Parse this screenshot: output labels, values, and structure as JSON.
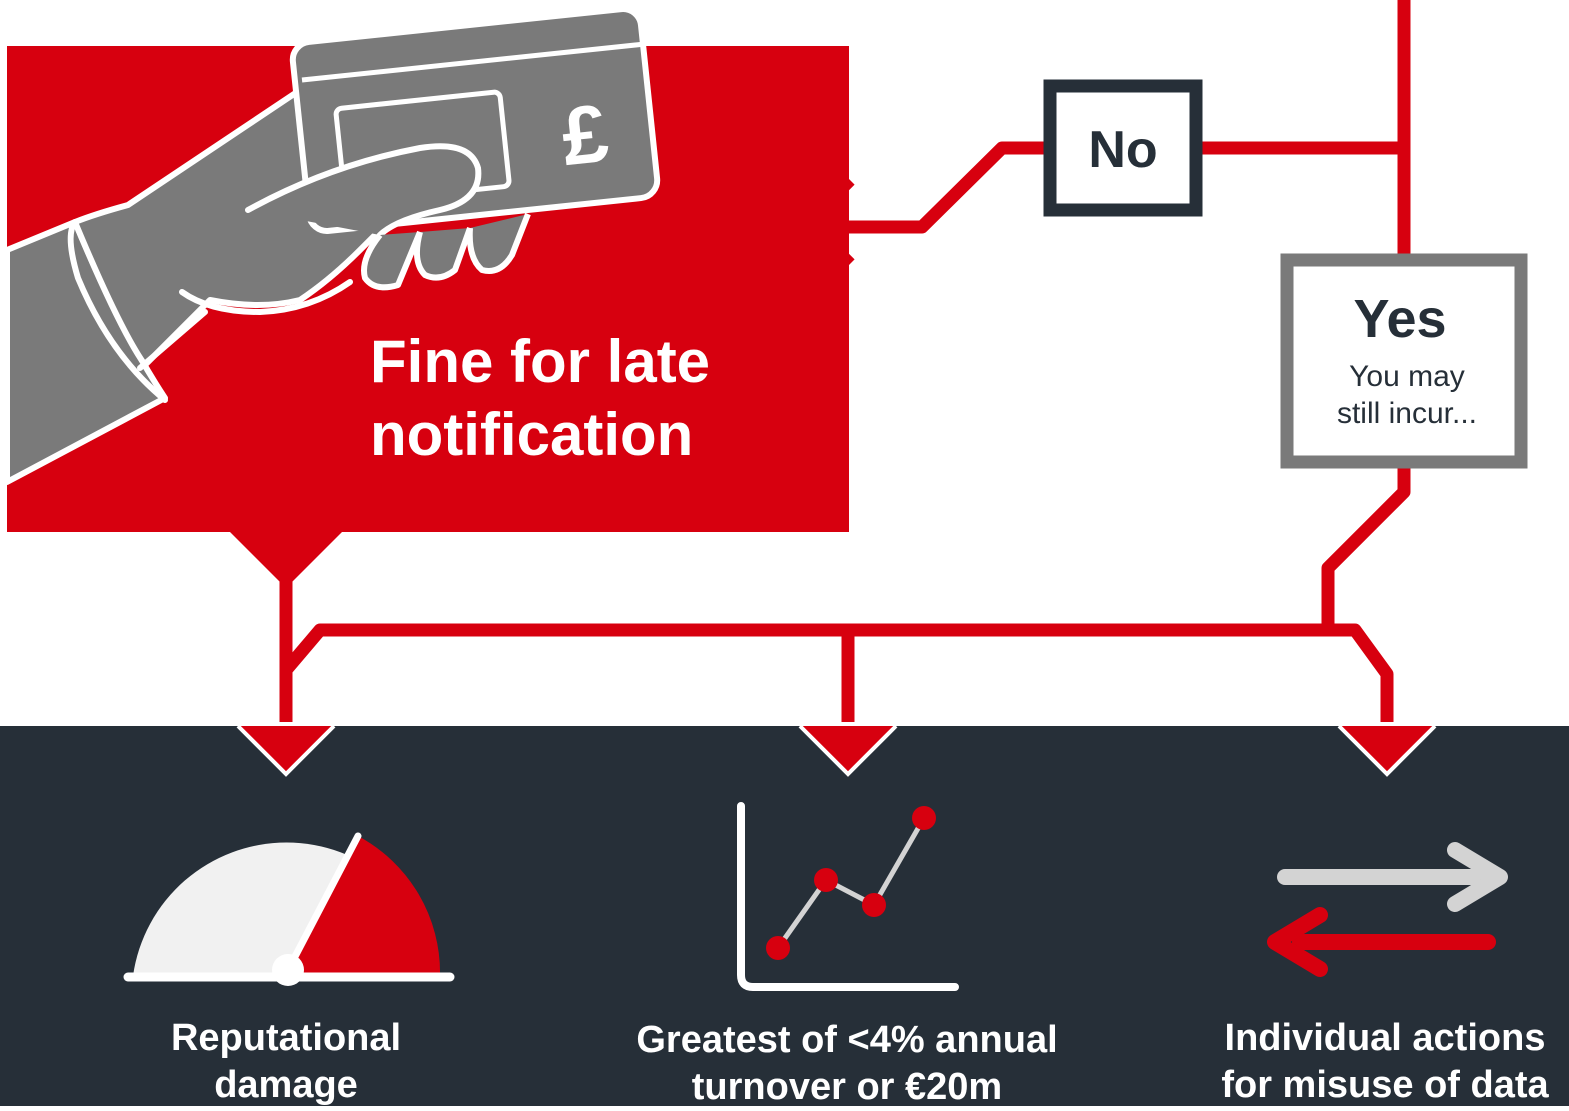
{
  "colors": {
    "red": "#d7000f",
    "dark": "#262f38",
    "grey": "#7a7a7a",
    "light_grey": "#d3d3d3",
    "white": "#ffffff"
  },
  "fine_box": {
    "title_line1": "Fine for late",
    "title_line2": "notification",
    "card_symbol": "£",
    "icon": "hand-paying-card-icon"
  },
  "decision_no": {
    "label": "No"
  },
  "decision_yes": {
    "label": "Yes",
    "sub_line1": "You may",
    "sub_line2": "still incur..."
  },
  "outcomes": [
    {
      "icon": "speedometer-gauge-icon",
      "line1": "Reputational",
      "line2": "damage"
    },
    {
      "icon": "rising-line-chart-icon",
      "line1": "Greatest of <4% annual",
      "line2": "turnover or €20m"
    },
    {
      "icon": "exchange-arrows-icon",
      "line1": "Individual actions",
      "line2": "for misuse of data"
    }
  ]
}
